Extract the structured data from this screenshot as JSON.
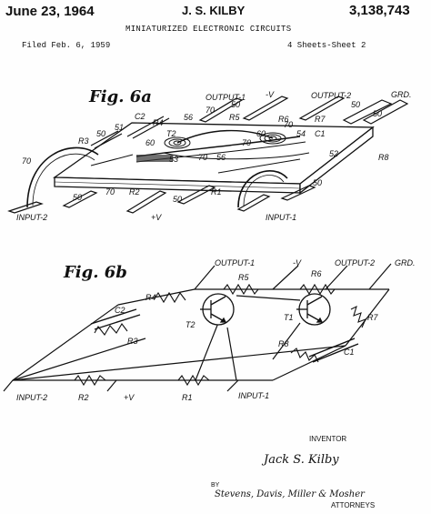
{
  "header": {
    "date": "June 23, 1964",
    "inventor_name": "J. S. KILBY",
    "patent_number": "3,138,743",
    "title": "MINIATURIZED ELECTRONIC CIRCUITS",
    "filed": "Filed Feb. 6, 1959",
    "sheets": "4 Sheets-Sheet 2"
  },
  "fig_6a": {
    "label": "Fig. 6a",
    "labels": {
      "output1": "OUTPUT-1",
      "minus_v": "-V",
      "output2": "OUTPUT-2",
      "grd": "GRD.",
      "input2": "INPUT-2",
      "plus_v": "+V",
      "input1": "INPUT-1",
      "c2": "C2",
      "r4": "R4",
      "t2": "T2",
      "r5": "R5",
      "r6": "R6",
      "r7": "R7",
      "r3": "R3",
      "c1": "C1",
      "r8": "R8",
      "r2": "R2",
      "r1": "R1",
      "n50a": "50",
      "n50b": "50",
      "n50c": "50",
      "n50d": "50",
      "n50e": "50",
      "n50f": "50",
      "n50g": "50",
      "n51": "51",
      "n53": "53",
      "n54": "54",
      "n56a": "56",
      "n56b": "56",
      "n52": "52",
      "n60a": "60",
      "n60b": "60",
      "n70a": "70",
      "n70b": "70",
      "n70c": "70",
      "n70d": "70",
      "n70e": "70",
      "n70f": "70"
    }
  },
  "fig_6b": {
    "label": "Fig. 6b",
    "labels": {
      "output1": "OUTPUT-1",
      "minus_v": "-V",
      "output2": "OUTPUT-2",
      "grd": "GRD.",
      "r5": "R5",
      "r6": "R6",
      "r4": "R4",
      "c2": "C2",
      "t2": "T2",
      "t1": "T1",
      "r7": "R7",
      "r3": "R3",
      "r8": "R8",
      "c1": "C1",
      "input2": "INPUT-2",
      "r2": "R2",
      "plus_v": "+V",
      "r1": "R1",
      "input1": "INPUT-1"
    }
  },
  "footer": {
    "inventor_label": "INVENTOR",
    "signature": "Jack S. Kilby",
    "by": "BY",
    "attorney_names": "Stevens, Davis, Miller & Mosher",
    "attorneys_label": "ATTORNEYS"
  }
}
